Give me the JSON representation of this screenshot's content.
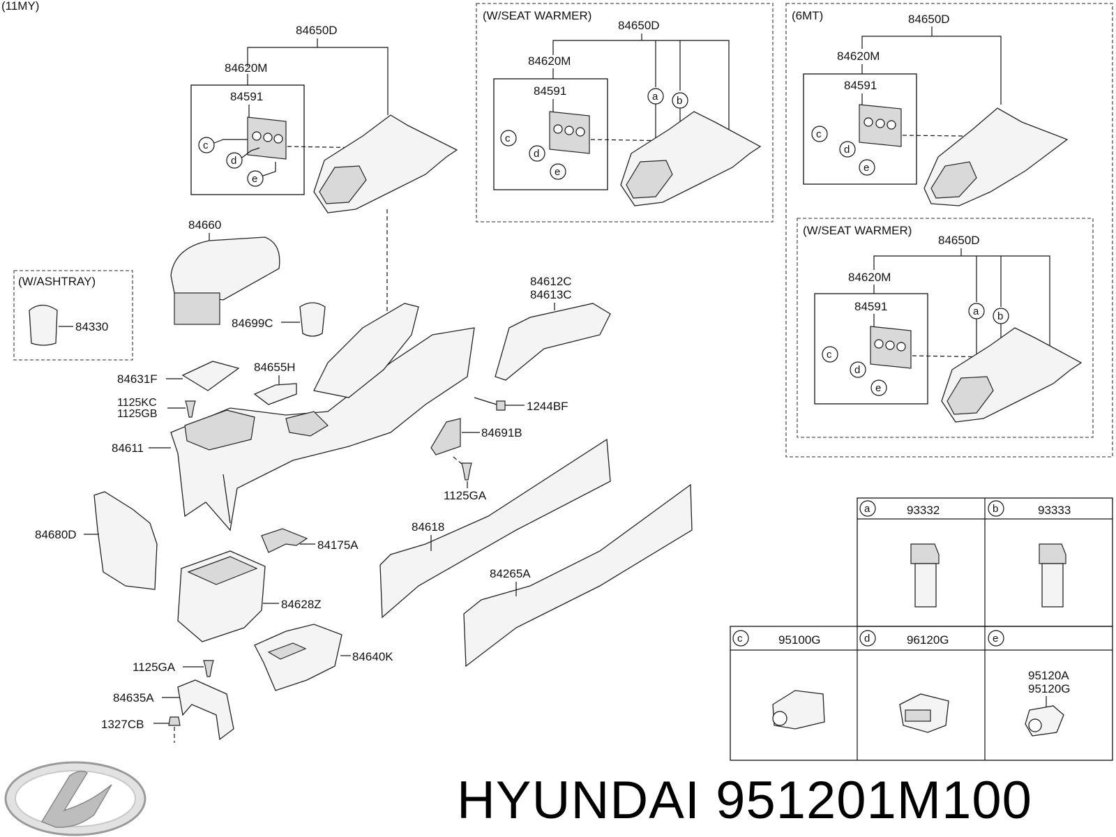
{
  "model_year": "(11MY)",
  "brand": "HYUNDAI",
  "part_number": "951201M100",
  "logo_name": "hyundai-logo",
  "main_assembly": {
    "top_group": {
      "outer": "84650D",
      "sub": "84620M",
      "panel": "84591",
      "refs": [
        "c",
        "d",
        "e"
      ]
    },
    "labels": {
      "armrest": "84660",
      "ashtray_variant": "(W/ASHTRAY)",
      "ashtray": "84330",
      "cup_holder": "84699C",
      "pad": "84631F",
      "bracket_cover": "84655H",
      "screw_a": "1125KC",
      "screw_b": "1125GB",
      "console": "84611",
      "side_cover_lh": "84612C",
      "side_cover_rh": "84613C",
      "clip": "1244BF",
      "bracket": "84691B",
      "bolt_bracket": "1125GA",
      "insulator_1": "84618",
      "insulator_2": "84265A",
      "rear_cover": "84680D",
      "mat": "84175A",
      "storage_box": "84628Z",
      "bolt_lower": "1125GA",
      "cup_tray": "84640K",
      "mount_bracket": "84635A",
      "nut": "1327CB"
    }
  },
  "variant_boxes": [
    {
      "title": "(W/SEAT WARMER)",
      "outer": "84650D",
      "sub": "84620M",
      "panel": "84591",
      "switch_refs": [
        "a",
        "b"
      ],
      "refs": [
        "c",
        "d",
        "e"
      ]
    },
    {
      "title": "(6MT)",
      "outer": "84650D",
      "sub": "84620M",
      "panel": "84591",
      "refs": [
        "c",
        "d",
        "e"
      ]
    },
    {
      "title": "(W/SEAT WARMER)",
      "outer": "84650D",
      "sub": "84620M",
      "panel": "84591",
      "switch_refs": [
        "a",
        "b"
      ],
      "refs": [
        "c",
        "d",
        "e"
      ]
    }
  ],
  "legend_table": [
    {
      "ref": "a",
      "part": "93332"
    },
    {
      "ref": "b",
      "part": "93333"
    },
    {
      "ref": "c",
      "part": "95100G"
    },
    {
      "ref": "d",
      "part": "96120G"
    },
    {
      "ref": "e",
      "part": "",
      "parts_in_cell": [
        "95120A",
        "95120G"
      ]
    }
  ]
}
